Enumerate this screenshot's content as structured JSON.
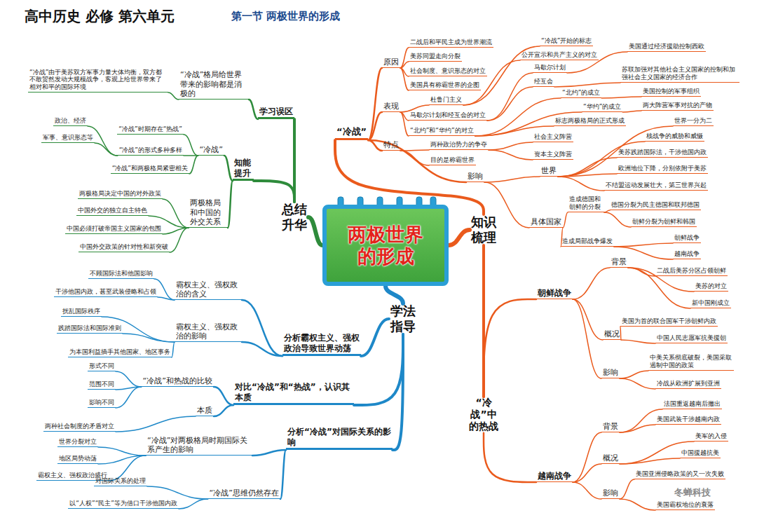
{
  "diagram": {
    "title": "高中历史 必修 第六单元",
    "nodes": [
      {
        "text": [
          "两极世界的形成"
        ]
      },
      {
        "text": [
          "知识梳理"
        ]
      },
      {
        "text": [
          "“冷战”"
        ]
      },
      {
        "text": [
          "原因"
        ]
      },
      {
        "text": [
          "二战后和平民主成为世界潮流"
        ]
      },
      {
        "text": [
          "美苏同盟走向分裂"
        ]
      },
      {
        "text": [
          "社会制度、意识形态的对立"
        ]
      },
      {
        "text": [
          "美国具有称霸世界的企图"
        ]
      },
      {
        "text": [
          "表现"
        ]
      },
      {
        "text": [
          "杜鲁门主义"
        ]
      },
      {
        "text": [
          "“冷战”开始的标志"
        ]
      },
      {
        "text": [
          "公开宣示和共产主义的对立"
        ]
      },
      {
        "text": [
          "马歇尔计划和经互会的对立"
        ]
      },
      {
        "text": [
          "马歇尔计划"
        ]
      },
      {
        "text": [
          "美国通过经济援助控制西欧"
        ]
      },
      {
        "text": [
          "经互会"
        ]
      },
      {
        "text": [
          "苏联加强对其他社会主义国家的控制和加强社会主义国家的经济合作"
        ]
      },
      {
        "text": [
          "“北约”和“华约”的对立"
        ]
      },
      {
        "text": [
          "“北约”的成立"
        ]
      },
      {
        "text": [
          "美国控制的军事组织"
        ]
      },
      {
        "text": [
          "“华约”的成立"
        ]
      },
      {
        "text": [
          "两大阵营军事对抗的产物"
        ]
      },
      {
        "text": [
          "标志两极格局的正式形成"
        ]
      },
      {
        "text": [
          "特点"
        ]
      },
      {
        "text": [
          "两种政治势力的争夺"
        ]
      },
      {
        "text": [
          "社会主义阵营"
        ]
      },
      {
        "text": [
          "资本主义阵营"
        ]
      },
      {
        "text": [
          "目的是称霸世界"
        ]
      },
      {
        "text": [
          "影响"
        ]
      },
      {
        "text": [
          "世界"
        ]
      },
      {
        "text": [
          "世界一分为二"
        ]
      },
      {
        "text": [
          "核战争的威胁和威慑"
        ]
      },
      {
        "text": [
          "美苏践踏国际法，干涉他国内政"
        ]
      },
      {
        "text": [
          "欧洲地位下降，分别依附于美苏"
        ]
      },
      {
        "text": [
          "不结盟运动发展壮大，第三世界兴起"
        ]
      },
      {
        "text": [
          "具体国家"
        ]
      },
      {
        "text": [
          "造成德国和朝鲜的分裂"
        ]
      },
      {
        "text": [
          "德国分裂为民主德国和联邦德国"
        ]
      },
      {
        "text": [
          "朝鲜分裂为朝鲜和韩国"
        ]
      },
      {
        "text": [
          "造成局部战争爆发"
        ]
      },
      {
        "text": [
          "朝鲜战争"
        ]
      },
      {
        "text": [
          "越南战争"
        ]
      },
      {
        "text": [
          "“冷战”中的热战"
        ]
      },
      {
        "text": [
          "朝鲜战争"
        ]
      },
      {
        "text": [
          "背景"
        ]
      },
      {
        "text": [
          "二战后美苏分区占领朝鲜"
        ]
      },
      {
        "text": [
          "美苏的对立"
        ]
      },
      {
        "text": [
          "新中国刚成立"
        ]
      },
      {
        "text": [
          "概况"
        ]
      },
      {
        "text": [
          "美国为首的联合国军干涉朝鲜内政"
        ]
      },
      {
        "text": [
          "中国人民志愿军抗美援朝"
        ]
      },
      {
        "text": [
          "影响"
        ]
      },
      {
        "text": [
          "中美关系彻底破裂，美国采取遏制中国的政策"
        ]
      },
      {
        "text": [
          "冷战从欧洲扩展到亚洲"
        ]
      },
      {
        "text": [
          "越南战争"
        ]
      },
      {
        "text": [
          "背景"
        ]
      },
      {
        "text": [
          "法国重返越南后撤出"
        ]
      },
      {
        "text": [
          "美国武装干涉越南内政"
        ]
      },
      {
        "text": [
          "概况"
        ]
      },
      {
        "text": [
          "美军的入侵"
        ]
      },
      {
        "text": [
          "中国援越抗美"
        ]
      },
      {
        "text": [
          "影响"
        ]
      },
      {
        "text": [
          "美国亚洲侵略政策的又一次失败"
        ]
      },
      {
        "text": [
          "美国霸权地位的衰落"
        ]
      },
      {
        "text": [
          "总结升华"
        ]
      },
      {
        "text": [
          "学习误区"
        ]
      },
      {
        "text": [
          "“冷战”格局给世界带来的影响都是消极的"
        ]
      },
      {
        "text": [
          "“冷战”由于美苏双方军事力量大体均衡，双方都不敢贸然发动大规模战争，客观上给世界带来了相对和平的国际环境"
        ]
      },
      {
        "text": [
          "知能提升"
        ]
      },
      {
        "text": [
          "“冷战”"
        ]
      },
      {
        "text": [
          "“冷战”时期存在“热战”"
        ]
      },
      {
        "text": [
          "“冷战”的形式多种多样"
        ]
      },
      {
        "text": [
          "政治、经济"
        ]
      },
      {
        "text": [
          "军事、意识形态等"
        ]
      },
      {
        "text": [
          "“冷战”和两极格局紧密相关"
        ]
      },
      {
        "text": [
          "两极格局和中国的外交关系"
        ]
      },
      {
        "text": [
          "两极格局决定中国的对外政策"
        ]
      },
      {
        "text": [
          "中国外交的独立自主特色"
        ]
      },
      {
        "text": [
          "中国必须打破帝国主义国家的包围"
        ]
      },
      {
        "text": [
          "中国外交政策的针对性和新突破"
        ]
      },
      {
        "text": [
          "学法指导"
        ]
      },
      {
        "text": [
          "分析霸权主义、强权政治导致世界动荡"
        ]
      },
      {
        "text": [
          "霸权主义、强权政治的含义"
        ]
      },
      {
        "text": [
          "不顾国际法和他国影响"
        ]
      },
      {
        "text": [
          "干涉他国内政，甚至武装侵略和占领"
        ]
      },
      {
        "text": [
          "霸权主义、强权政治的影响"
        ]
      },
      {
        "text": [
          "扰乱国际秩序"
        ]
      },
      {
        "text": [
          "践踏国际法和国际准则"
        ]
      },
      {
        "text": [
          "为本国利益插手其他国家、地区事务"
        ]
      },
      {
        "text": [
          "对比“冷战”和“热战”，认识其本质"
        ]
      },
      {
        "text": [
          "“冷战”和热战的比较"
        ]
      },
      {
        "text": [
          "形式不同"
        ]
      },
      {
        "text": [
          "范围不同"
        ]
      },
      {
        "text": [
          "影响不同"
        ]
      },
      {
        "text": [
          "本质"
        ]
      },
      {
        "text": [
          "两种社会制度的矛盾对立"
        ]
      },
      {
        "text": [
          "分析“冷战”对国际关系的影响"
        ]
      },
      {
        "text": [
          "“冷战”对两极格局时期国际关系产生的影响"
        ]
      },
      {
        "text": [
          "世界分裂对立"
        ]
      },
      {
        "text": [
          "地区局势动荡"
        ]
      },
      {
        "text": [
          "霸权主义、强权政治盛行"
        ]
      },
      {
        "text": [
          "“冷战”思维仍然存在"
        ]
      },
      {
        "text": [
          "对国际关系的处理"
        ]
      },
      {
        "text": [
          "以“人权”“民主”等为借口干涉他国内政"
        ]
      }
    ],
    "edges": [
      {
        "from": 0,
        "to": 1,
        "arrow": "none"
      },
      {
        "from": 1,
        "to": 2,
        "arrow": "none"
      },
      {
        "from": 2,
        "to": 3,
        "arrow": "none"
      },
      {
        "from": 3,
        "to": 4,
        "arrow": "none"
      },
      {
        "from": 3,
        "to": 5,
        "arrow": "none"
      },
      {
        "from": 3,
        "to": 6,
        "arrow": "none"
      },
      {
        "from": 3,
        "to": 7,
        "arrow": "none"
      },
      {
        "from": 2,
        "to": 8,
        "arrow": "none"
      },
      {
        "from": 8,
        "to": 9,
        "arrow": "none"
      },
      {
        "from": 9,
        "to": 10,
        "arrow": "none"
      },
      {
        "from": 9,
        "to": 11,
        "arrow": "none"
      },
      {
        "from": 8,
        "to": 12,
        "arrow": "none"
      },
      {
        "from": 12,
        "to": 13,
        "arrow": "none"
      },
      {
        "from": 13,
        "to": 14,
        "arrow": "none"
      },
      {
        "from": 12,
        "to": 15,
        "arrow": "none"
      },
      {
        "from": 15,
        "to": 16,
        "arrow": "none"
      },
      {
        "from": 8,
        "to": 17,
        "arrow": "none"
      },
      {
        "from": 17,
        "to": 18,
        "arrow": "none"
      },
      {
        "from": 18,
        "to": 19,
        "arrow": "none"
      },
      {
        "from": 17,
        "to": 20,
        "arrow": "none"
      },
      {
        "from": 20,
        "to": 21,
        "arrow": "none"
      },
      {
        "from": 17,
        "to": 22,
        "arrow": "none"
      },
      {
        "from": 2,
        "to": 23,
        "arrow": "none"
      },
      {
        "from": 23,
        "to": 24,
        "arrow": "none"
      },
      {
        "from": 24,
        "to": 25,
        "arrow": "none"
      },
      {
        "from": 24,
        "to": 26,
        "arrow": "none"
      },
      {
        "from": 23,
        "to": 27,
        "arrow": "none"
      },
      {
        "from": 2,
        "to": 28,
        "arrow": "none"
      },
      {
        "from": 28,
        "to": 29,
        "arrow": "none"
      },
      {
        "from": 29,
        "to": 30,
        "arrow": "none"
      },
      {
        "from": 29,
        "to": 31,
        "arrow": "none"
      },
      {
        "from": 29,
        "to": 32,
        "arrow": "none"
      },
      {
        "from": 29,
        "to": 33,
        "arrow": "none"
      },
      {
        "from": 29,
        "to": 34,
        "arrow": "none"
      },
      {
        "from": 28,
        "to": 35,
        "arrow": "none"
      },
      {
        "from": 35,
        "to": 36,
        "arrow": "none"
      },
      {
        "from": 36,
        "to": 37,
        "arrow": "none"
      },
      {
        "from": 36,
        "to": 38,
        "arrow": "none"
      },
      {
        "from": 35,
        "to": 39,
        "arrow": "none"
      },
      {
        "from": 39,
        "to": 40,
        "arrow": "none"
      },
      {
        "from": 39,
        "to": 41,
        "arrow": "none"
      },
      {
        "from": 1,
        "to": 42,
        "arrow": "none"
      },
      {
        "from": 42,
        "to": 43,
        "arrow": "none"
      },
      {
        "from": 43,
        "to": 44,
        "arrow": "none"
      },
      {
        "from": 44,
        "to": 45,
        "arrow": "none"
      },
      {
        "from": 44,
        "to": 46,
        "arrow": "none"
      },
      {
        "from": 44,
        "to": 47,
        "arrow": "none"
      },
      {
        "from": 43,
        "to": 48,
        "arrow": "none"
      },
      {
        "from": 48,
        "to": 49,
        "arrow": "none"
      },
      {
        "from": 48,
        "to": 50,
        "arrow": "none"
      },
      {
        "from": 43,
        "to": 51,
        "arrow": "none"
      },
      {
        "from": 51,
        "to": 52,
        "arrow": "none"
      },
      {
        "from": 51,
        "to": 53,
        "arrow": "none"
      },
      {
        "from": 42,
        "to": 54,
        "arrow": "none"
      },
      {
        "from": 54,
        "to": 55,
        "arrow": "none"
      },
      {
        "from": 55,
        "to": 56,
        "arrow": "none"
      },
      {
        "from": 55,
        "to": 57,
        "arrow": "none"
      },
      {
        "from": 54,
        "to": 58,
        "arrow": "none"
      },
      {
        "from": 58,
        "to": 59,
        "arrow": "none"
      },
      {
        "from": 58,
        "to": 60,
        "arrow": "none"
      },
      {
        "from": 54,
        "to": 61,
        "arrow": "none"
      },
      {
        "from": 61,
        "to": 62,
        "arrow": "none"
      },
      {
        "from": 61,
        "to": 63,
        "arrow": "none"
      },
      {
        "from": 0,
        "to": 64,
        "arrow": "none"
      },
      {
        "from": 64,
        "to": 65,
        "arrow": "none"
      },
      {
        "from": 65,
        "to": 66,
        "arrow": "none"
      },
      {
        "from": 66,
        "to": 67,
        "arrow": "none"
      },
      {
        "from": 64,
        "to": 68,
        "arrow": "none"
      },
      {
        "from": 68,
        "to": 69,
        "arrow": "none"
      },
      {
        "from": 69,
        "to": 70,
        "arrow": "none"
      },
      {
        "from": 69,
        "to": 71,
        "arrow": "none"
      },
      {
        "from": 71,
        "to": 72,
        "arrow": "none"
      },
      {
        "from": 71,
        "to": 73,
        "arrow": "none"
      },
      {
        "from": 69,
        "to": 74,
        "arrow": "none"
      },
      {
        "from": 68,
        "to": 75,
        "arrow": "none"
      },
      {
        "from": 75,
        "to": 76,
        "arrow": "none"
      },
      {
        "from": 75,
        "to": 77,
        "arrow": "none"
      },
      {
        "from": 75,
        "to": 78,
        "arrow": "none"
      },
      {
        "from": 75,
        "to": 79,
        "arrow": "none"
      },
      {
        "from": 0,
        "to": 80,
        "arrow": "none"
      },
      {
        "from": 80,
        "to": 81,
        "arrow": "none"
      },
      {
        "from": 81,
        "to": 82,
        "arrow": "none"
      },
      {
        "from": 82,
        "to": 83,
        "arrow": "none"
      },
      {
        "from": 82,
        "to": 84,
        "arrow": "none"
      },
      {
        "from": 81,
        "to": 85,
        "arrow": "none"
      },
      {
        "from": 85,
        "to": 86,
        "arrow": "none"
      },
      {
        "from": 85,
        "to": 87,
        "arrow": "none"
      },
      {
        "from": 85,
        "to": 88,
        "arrow": "none"
      },
      {
        "from": 80,
        "to": 89,
        "arrow": "none"
      },
      {
        "from": 89,
        "to": 90,
        "arrow": "none"
      },
      {
        "from": 90,
        "to": 91,
        "arrow": "none"
      },
      {
        "from": 90,
        "to": 92,
        "arrow": "none"
      },
      {
        "from": 90,
        "to": 93,
        "arrow": "none"
      },
      {
        "from": 89,
        "to": 94,
        "arrow": "none"
      },
      {
        "from": 94,
        "to": 95,
        "arrow": "none"
      },
      {
        "from": 80,
        "to": 96,
        "arrow": "none"
      },
      {
        "from": 96,
        "to": 97,
        "arrow": "none"
      },
      {
        "from": 97,
        "to": 98,
        "arrow": "none"
      },
      {
        "from": 97,
        "to": 99,
        "arrow": "none"
      },
      {
        "from": 97,
        "to": 100,
        "arrow": "none"
      },
      {
        "from": 96,
        "to": 101,
        "arrow": "none"
      },
      {
        "from": 101,
        "to": 102,
        "arrow": "none"
      },
      {
        "from": 101,
        "to": 103,
        "arrow": "none"
      }
    ],
    "labels": [
      "第一节 两极世界的形成",
      "冬蝉科技"
    ]
  }
}
